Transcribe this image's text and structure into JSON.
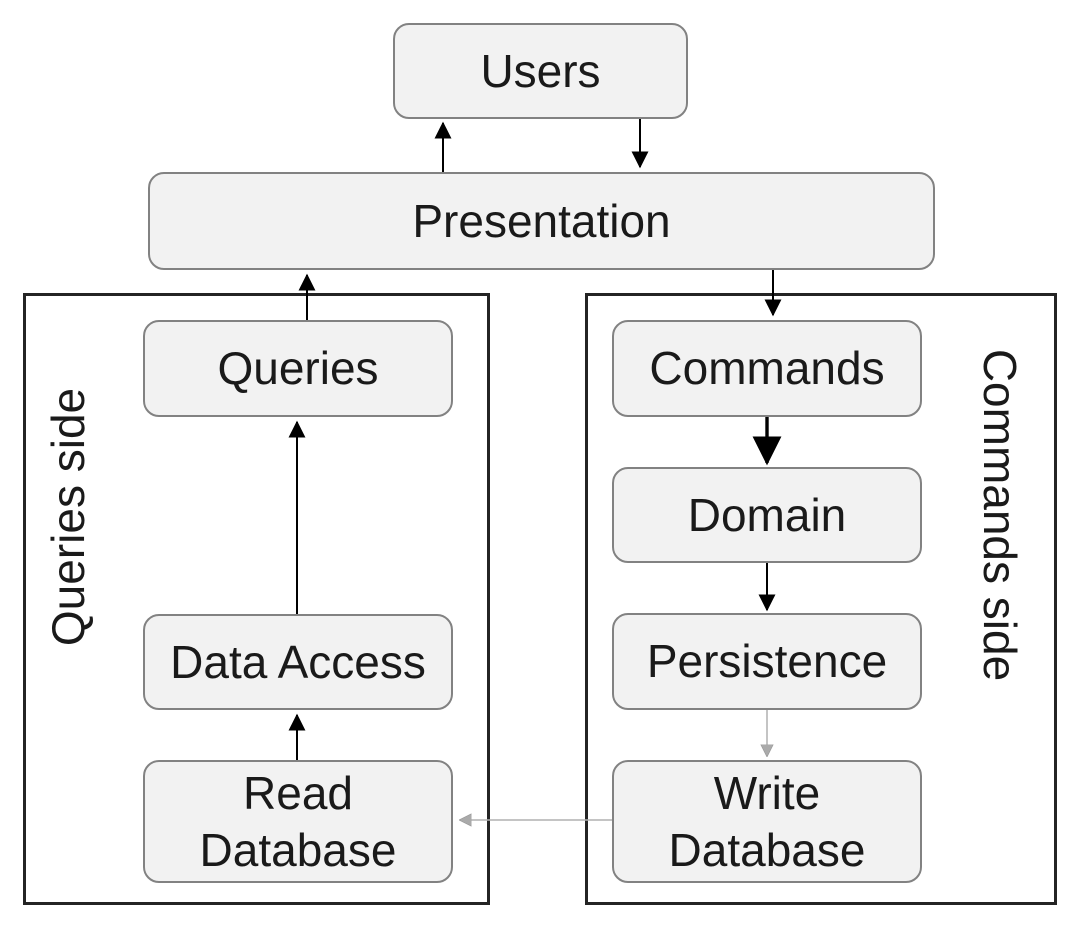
{
  "diagram": {
    "nodes": {
      "users": {
        "label": "Users"
      },
      "presentation": {
        "label": "Presentation"
      },
      "queries": {
        "label": "Queries"
      },
      "data_access": {
        "label": "Data Access"
      },
      "read_database": {
        "label": "Read Database"
      },
      "commands": {
        "label": "Commands"
      },
      "domain": {
        "label": "Domain"
      },
      "persistence": {
        "label": "Persistence"
      },
      "write_database": {
        "label": "Write Database"
      }
    },
    "groups": {
      "queries_side": {
        "label": "Queries side"
      },
      "commands_side": {
        "label": "Commands side"
      }
    },
    "edges": [
      {
        "from": "presentation",
        "to": "users",
        "style": "black"
      },
      {
        "from": "users",
        "to": "presentation",
        "style": "black"
      },
      {
        "from": "queries",
        "to": "presentation",
        "style": "black"
      },
      {
        "from": "presentation",
        "to": "commands",
        "style": "black"
      },
      {
        "from": "data_access",
        "to": "queries",
        "style": "black"
      },
      {
        "from": "read_database",
        "to": "data_access",
        "style": "black"
      },
      {
        "from": "commands",
        "to": "domain",
        "style": "black-bold"
      },
      {
        "from": "domain",
        "to": "persistence",
        "style": "black"
      },
      {
        "from": "persistence",
        "to": "write_database",
        "style": "gray"
      },
      {
        "from": "write_database",
        "to": "read_database",
        "style": "gray"
      }
    ],
    "colors": {
      "background": "#ffffff",
      "node_fill": "#f2f2f2",
      "node_border": "#828282",
      "group_border": "#242424",
      "text": "#1a1a1a",
      "arrow_black": "#000000",
      "arrow_gray": "#b0b0b0"
    }
  }
}
